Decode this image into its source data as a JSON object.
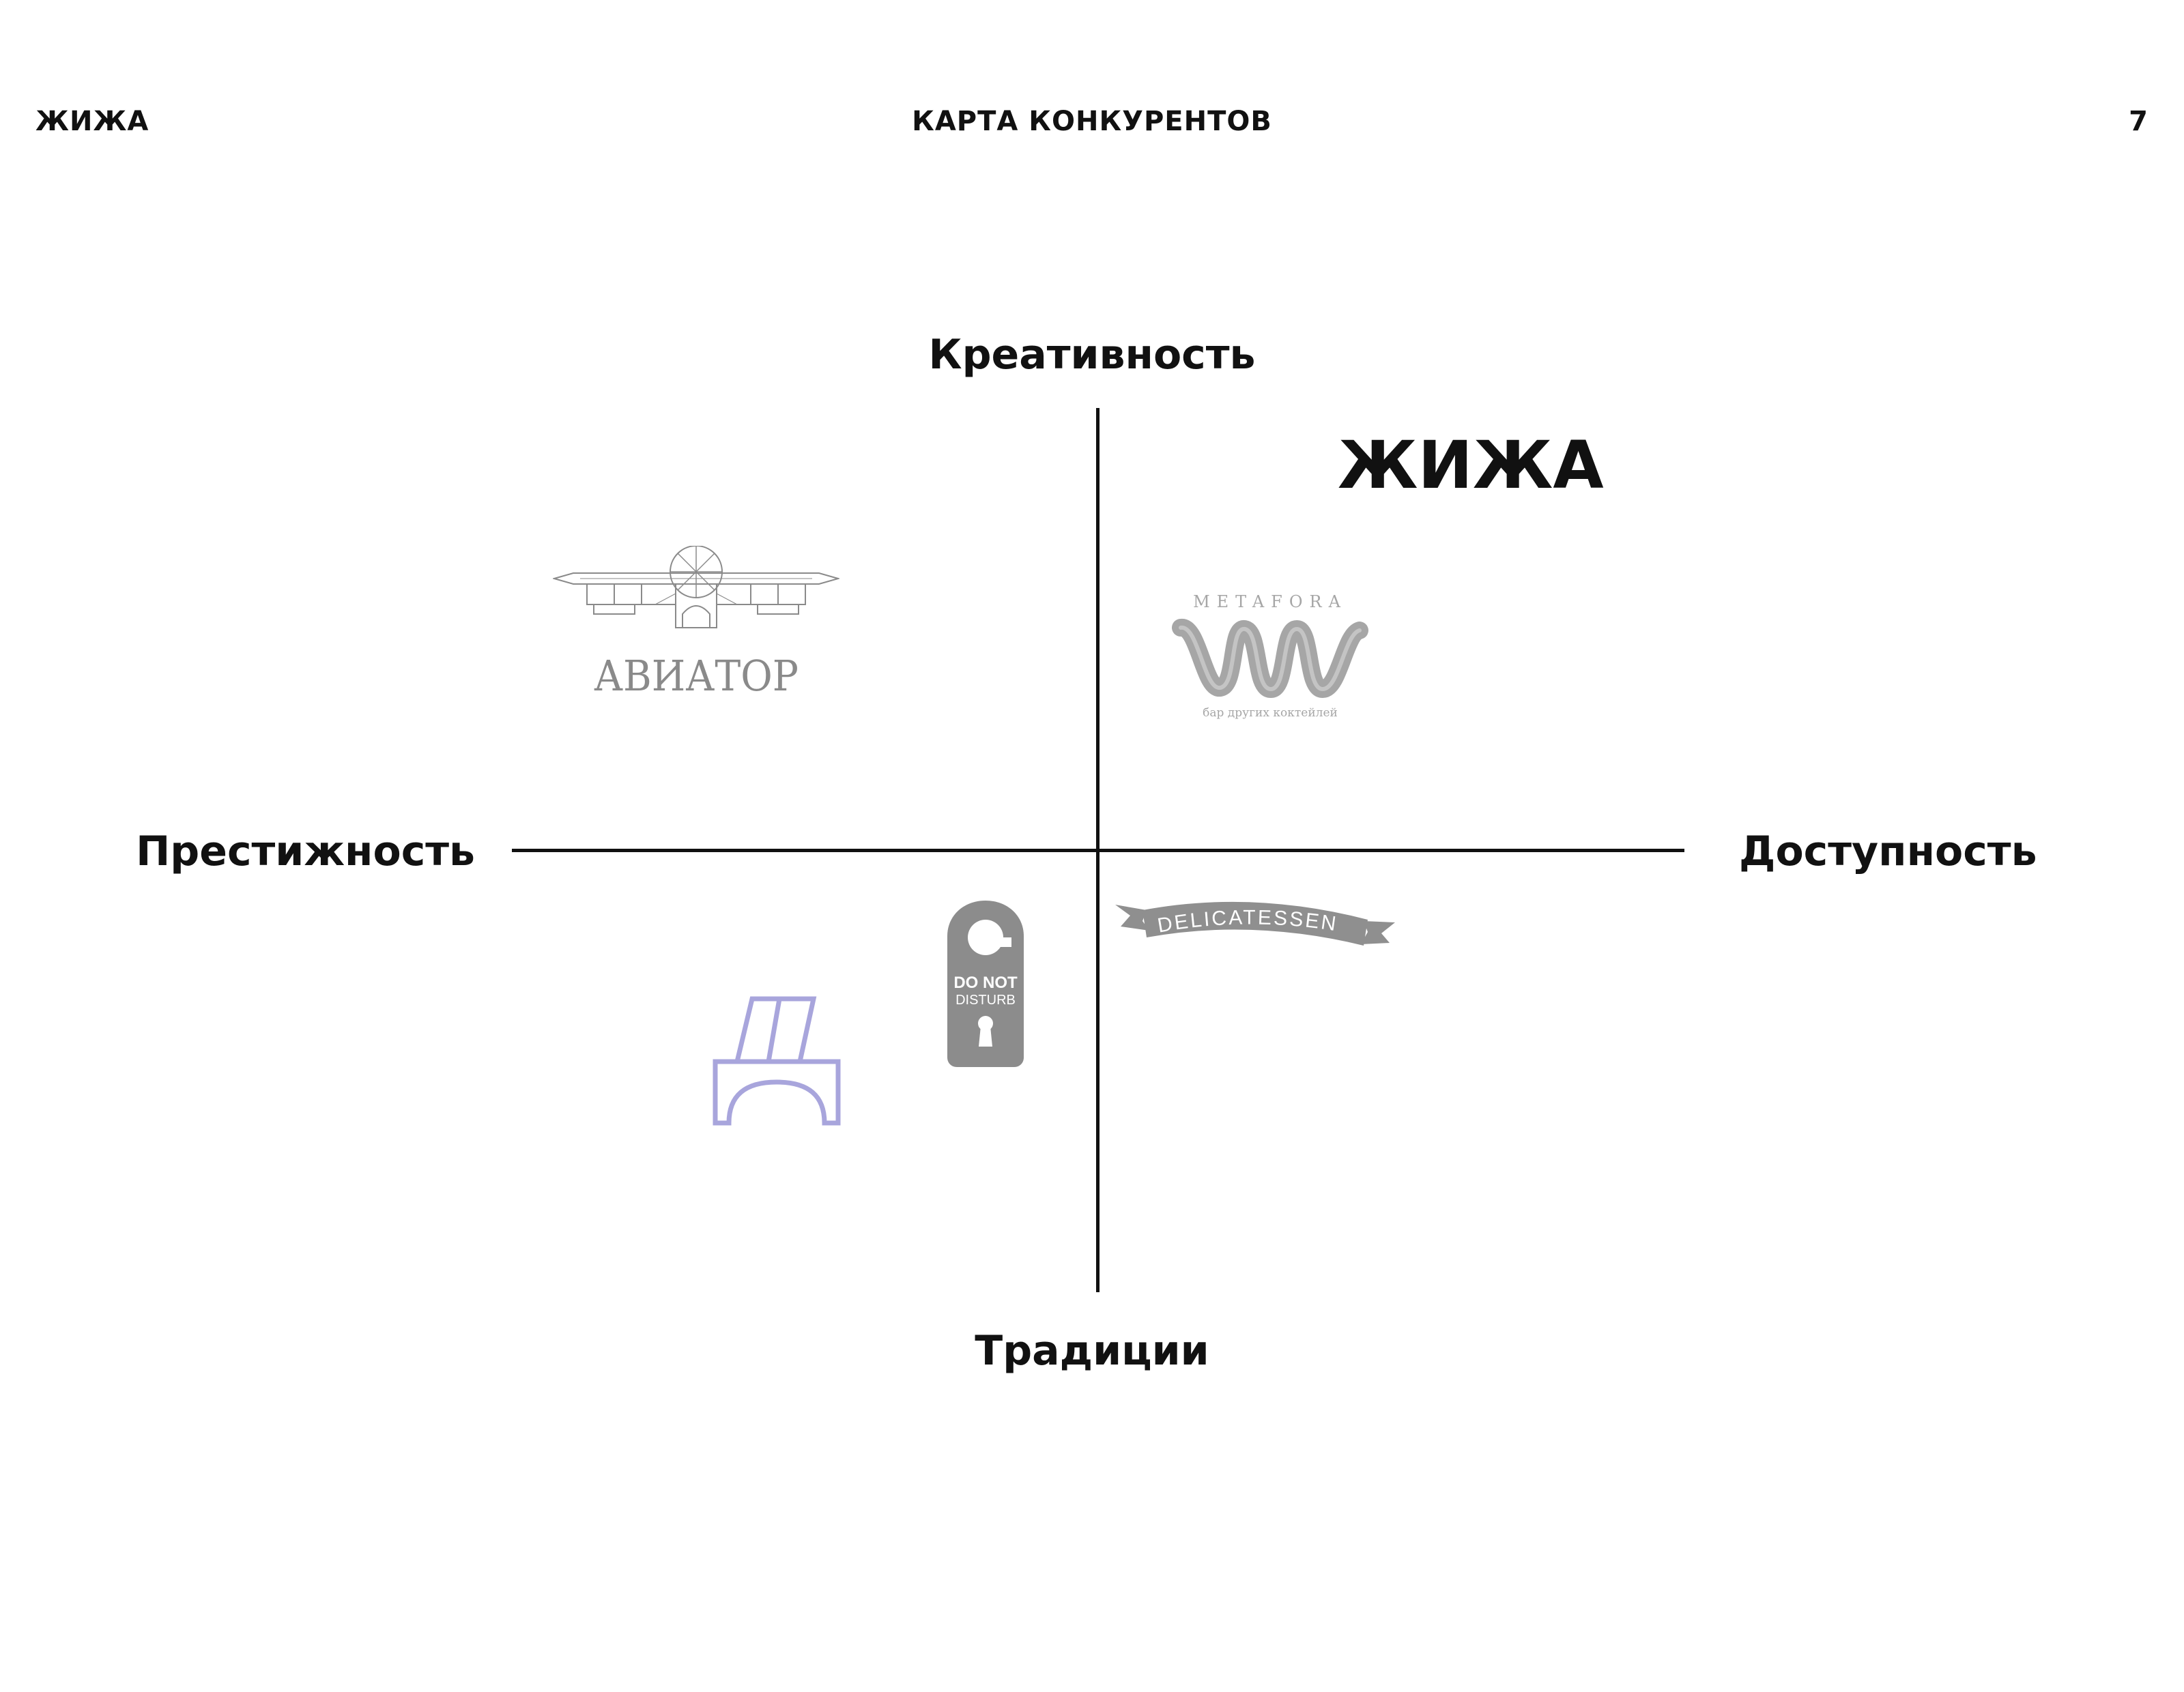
{
  "header": {
    "brand": "ЖИЖА",
    "title": "КАРТА КОНКУРЕНТОВ",
    "page_number": "7"
  },
  "axes": {
    "top": "Креативность",
    "bottom": "Традиции",
    "left": "Престижность",
    "right": "Доступность"
  },
  "brand_mark": "ЖИЖА",
  "competitors": {
    "aviator": {
      "wordmark": "АВИАТОР",
      "color": "#8a8a8a"
    },
    "metafora": {
      "wordmark": "METAFORA",
      "tagline": "бар других коктейлей",
      "color": "#a6a6a6"
    },
    "delicatessen": {
      "wordmark": "DELICATESSEN",
      "color": "#8f8f8f"
    },
    "do_not_disturb": {
      "line1": "DO NOT",
      "line2": "DISTURB",
      "color": "#8c8c8c"
    },
    "d_mark": {
      "color": "#a8a5dc"
    }
  }
}
